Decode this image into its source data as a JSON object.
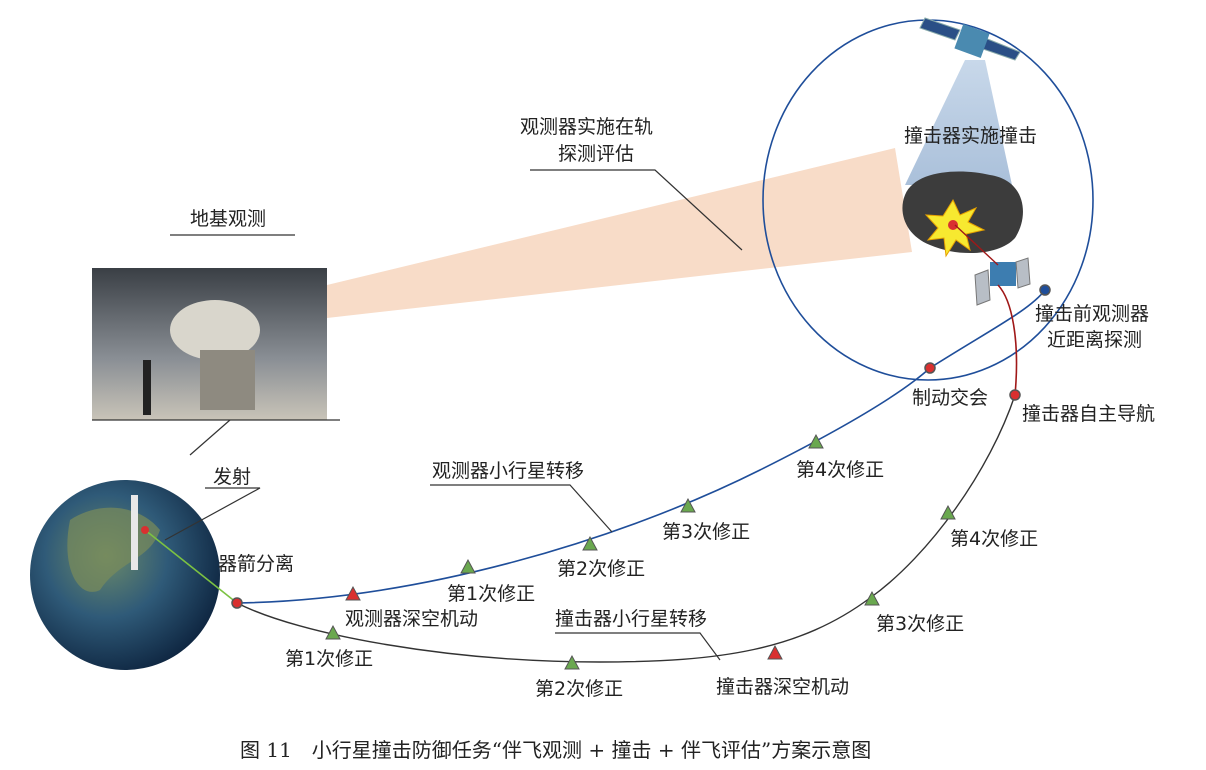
{
  "labels": {
    "observer_eval_line1": "观测器实施在轨",
    "observer_eval_line2": "探测评估",
    "ground_observation": "地基观测",
    "impactor_impact": "撞击器实施撞击",
    "pre_impact_line1": "撞击前观测器",
    "pre_impact_line2": "近距离探测",
    "braking_rendezvous": "制动交会",
    "impactor_autonav": "撞击器自主导航",
    "launch": "发射",
    "separation": "器箭分离",
    "observer_transfer": "观测器小行星转移",
    "observer_dsm": "观测器深空机动",
    "impactor_transfer": "撞击器小行星转移",
    "impactor_dsm": "撞击器深空机动",
    "obs_tcm1": "第1次修正",
    "obs_tcm2": "第2次修正",
    "obs_tcm3": "第3次修正",
    "obs_tcm4": "第4次修正",
    "imp_tcm1": "第1次修正",
    "imp_tcm2": "第2次修正",
    "imp_tcm3": "第3次修正",
    "imp_tcm4": "第4次修正"
  },
  "caption": "图 11　小行星撞击防御任务“伴飞观测 + 撞击 + 伴飞评估”方案示意图",
  "colors": {
    "observer_path": "#1f4e9a",
    "impactor_path": "#333333",
    "impactor_final": "#a01818",
    "launch_path": "#7cc242",
    "beam": "#f8dcc8",
    "node": "#d93030",
    "triangle": "#6aa84f"
  }
}
